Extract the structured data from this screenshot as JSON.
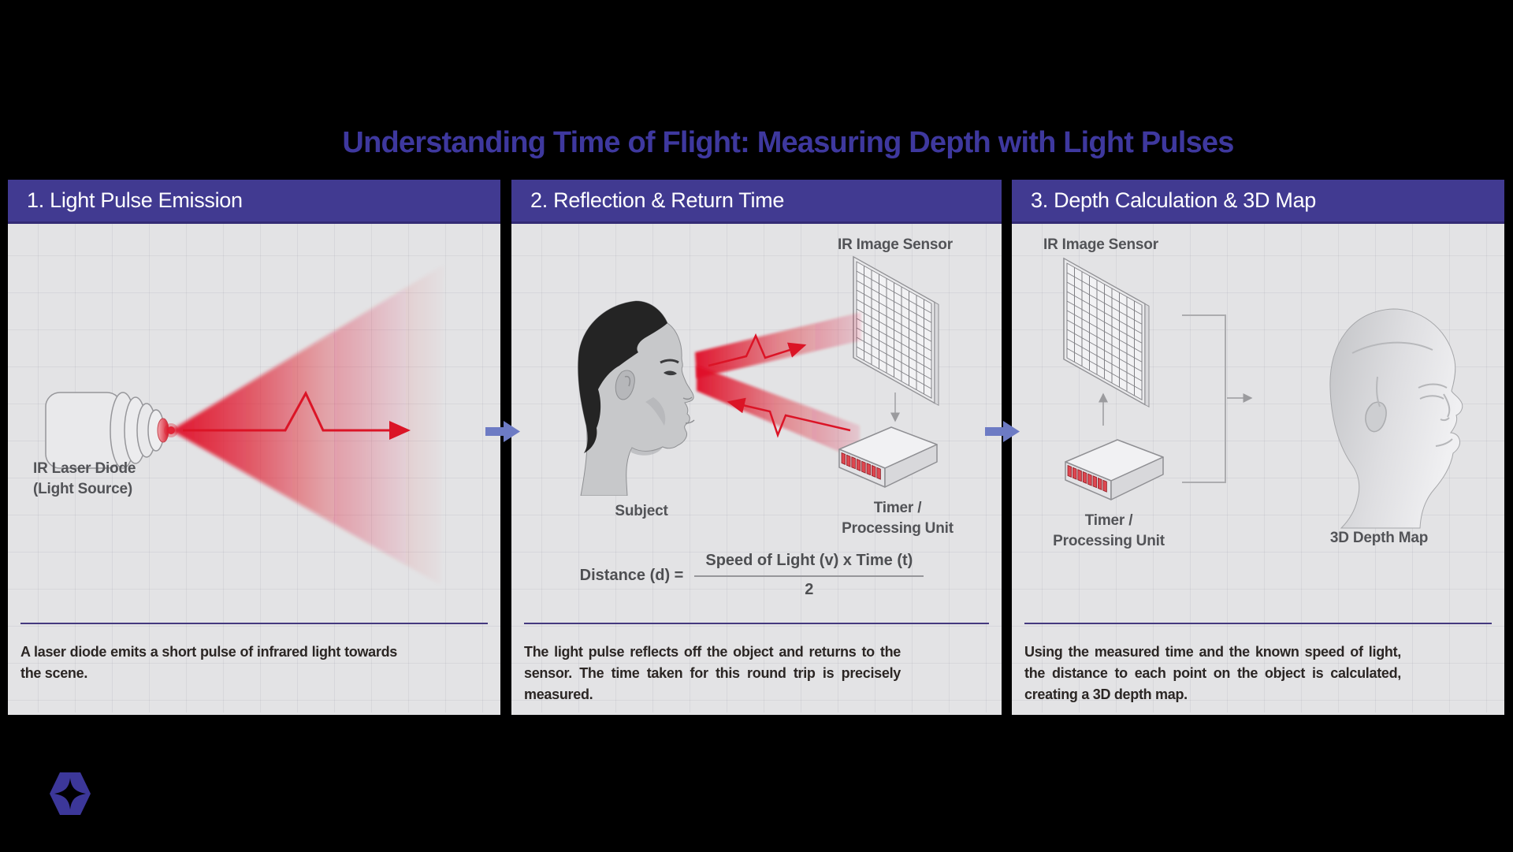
{
  "title": "Understanding Time of Flight: Measuring Depth with Light Pulses",
  "colors": {
    "background": "#000000",
    "title_purple": "#3E389E",
    "header_purple": "#413A91",
    "panel_bg": "#E3E3E5",
    "beam_red": "#DB1426",
    "flow_arrow_blue": "#6D7BC4",
    "divider_purple": "#44397F"
  },
  "panels": [
    {
      "header": "1. Light Pulse Emission",
      "diode_label_1": "IR Laser Diode",
      "diode_label_2": "(Light Source)",
      "caption": "A laser diode emits a short pulse of infrared light towards the scene."
    },
    {
      "header": "2. Reflection & Return Time",
      "sensor_label": "IR Image Sensor",
      "subject_label": "Subject",
      "timer_label_1": "Timer /",
      "timer_label_2": "Processing Unit",
      "formula_lhs": "Distance (d) =",
      "formula_num": "Speed of Light (v) x Time (t)",
      "formula_den": "2",
      "caption": "The light pulse reflects off the object and returns to the sensor. The time taken for this round trip is precisely measured."
    },
    {
      "header": "3. Depth Calculation & 3D Map",
      "sensor_label": "IR Image Sensor",
      "timer_label_1": "Timer /",
      "timer_label_2": "Processing Unit",
      "map_label": "3D Depth Map",
      "caption": "Using the measured time and the known speed of light, the distance to each point on the object is calculated, creating a 3D depth map."
    }
  ]
}
